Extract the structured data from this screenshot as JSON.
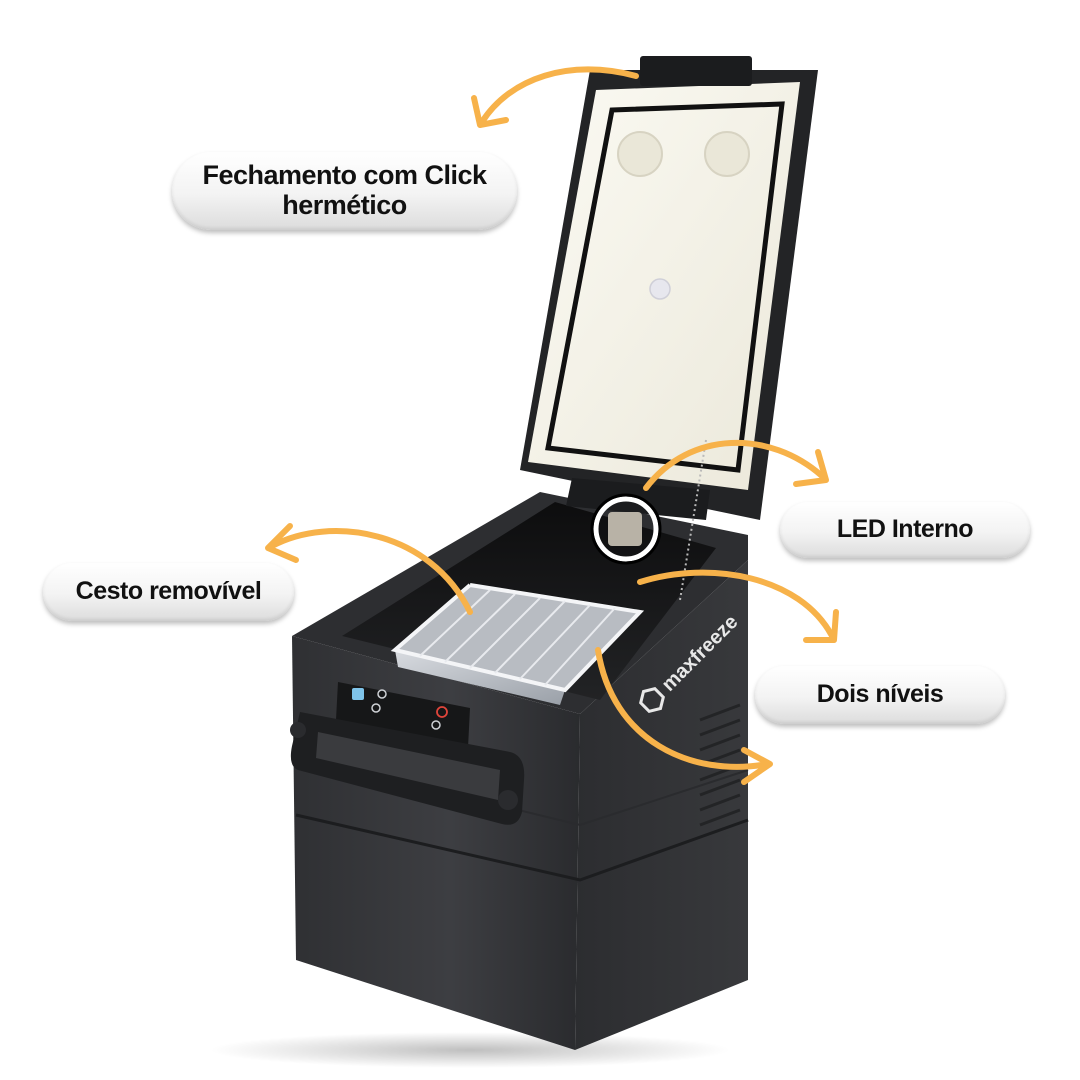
{
  "labels": {
    "hermetic_line1": "Fechamento com Click",
    "hermetic_line2": "hermético",
    "led": "LED Interno",
    "basket": "Cesto removível",
    "levels": "Dois níveis"
  },
  "brand": {
    "logo_text": "maxfreeze"
  },
  "colors": {
    "arrow": "#f7b24a",
    "body": "#3b3c3f",
    "lid_inner": "#f3f1e6",
    "pill_text": "#111111"
  }
}
